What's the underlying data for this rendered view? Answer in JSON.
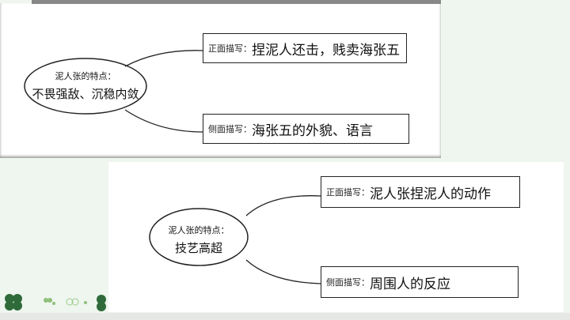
{
  "diagram1": {
    "center": {
      "title": "泥人张的特点：",
      "value": "不畏强敌、沉稳内敛"
    },
    "branches": [
      {
        "label": "正面描写：",
        "value": "捏泥人还击，贱卖海张五"
      },
      {
        "label": "侧面描写：",
        "value": "海张五的外貌、语言"
      }
    ]
  },
  "diagram2": {
    "center": {
      "title": "泥人张的特点：",
      "value": "技艺高超"
    },
    "branches": [
      {
        "label": "正面描写：",
        "value": "泥人张捏泥人的动作"
      },
      {
        "label": "侧面描写：",
        "value": "周围人的反应"
      }
    ]
  },
  "colors": {
    "background": "#eef6ef",
    "clover": "#2f6b3a"
  }
}
